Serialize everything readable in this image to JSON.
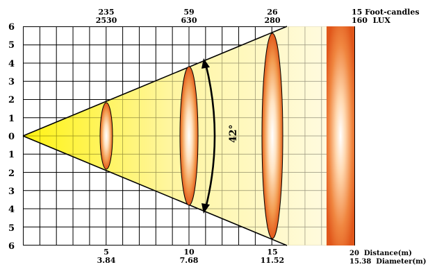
{
  "beam_diagram": {
    "angle_label": "42°",
    "y_ticks_top": [
      "6",
      "5",
      "4",
      "3",
      "2",
      "1"
    ],
    "y_tick_center": "0",
    "y_ticks_bottom": [
      "1",
      "2",
      "3",
      "4",
      "5",
      "6"
    ],
    "stations": [
      {
        "foot_candles": "235",
        "lux": "2530",
        "distance": "5",
        "diameter": "3.84"
      },
      {
        "foot_candles": "59",
        "lux": "630",
        "distance": "10",
        "diameter": "7.68"
      },
      {
        "foot_candles": "26",
        "lux": "280",
        "distance": "15",
        "diameter": "11.52"
      }
    ],
    "end_station": {
      "foot_candles_label": "15 Foot-candles",
      "lux_label": "160  LUX",
      "distance_label": "20  Distance(m)",
      "diameter_label": "15.38  Diameter(m)"
    },
    "colors": {
      "beam_near": "#fff200",
      "beam_far": "#fffbe6",
      "spot_edge": "#e8641e",
      "spot_center": "#ffffff",
      "grid": "#000000"
    }
  }
}
